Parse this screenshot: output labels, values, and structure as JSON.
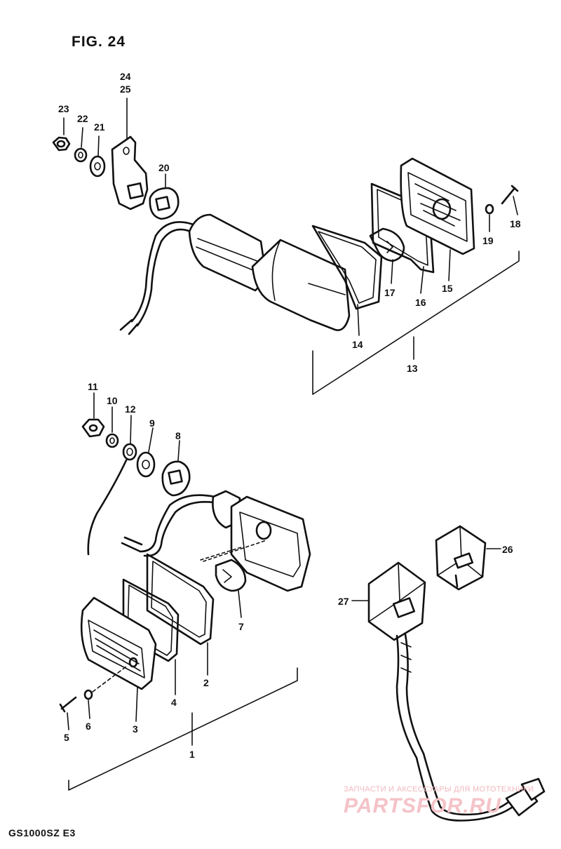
{
  "figure": {
    "title": "FIG. 24",
    "model": "GS1000SZ  E3"
  },
  "callouts": {
    "c1": "1",
    "c2": "2",
    "c3": "3",
    "c4": "4",
    "c5": "5",
    "c6": "6",
    "c7": "7",
    "c8": "8",
    "c9": "9",
    "c10": "10",
    "c11": "11",
    "c12": "12",
    "c13": "13",
    "c14": "14",
    "c15": "15",
    "c16": "16",
    "c17": "17",
    "c18": "18",
    "c19": "19",
    "c20": "20",
    "c21": "21",
    "c22": "22",
    "c23": "23",
    "c24": "24",
    "c25": "25",
    "c26": "26",
    "c27": "27"
  },
  "watermark": {
    "tagline": "ЗАПЧАСТИ И АКСЕССУАРЫ ДЛЯ МОТОТЕХНИКИ",
    "brand": "PARTSFOR.RU"
  }
}
